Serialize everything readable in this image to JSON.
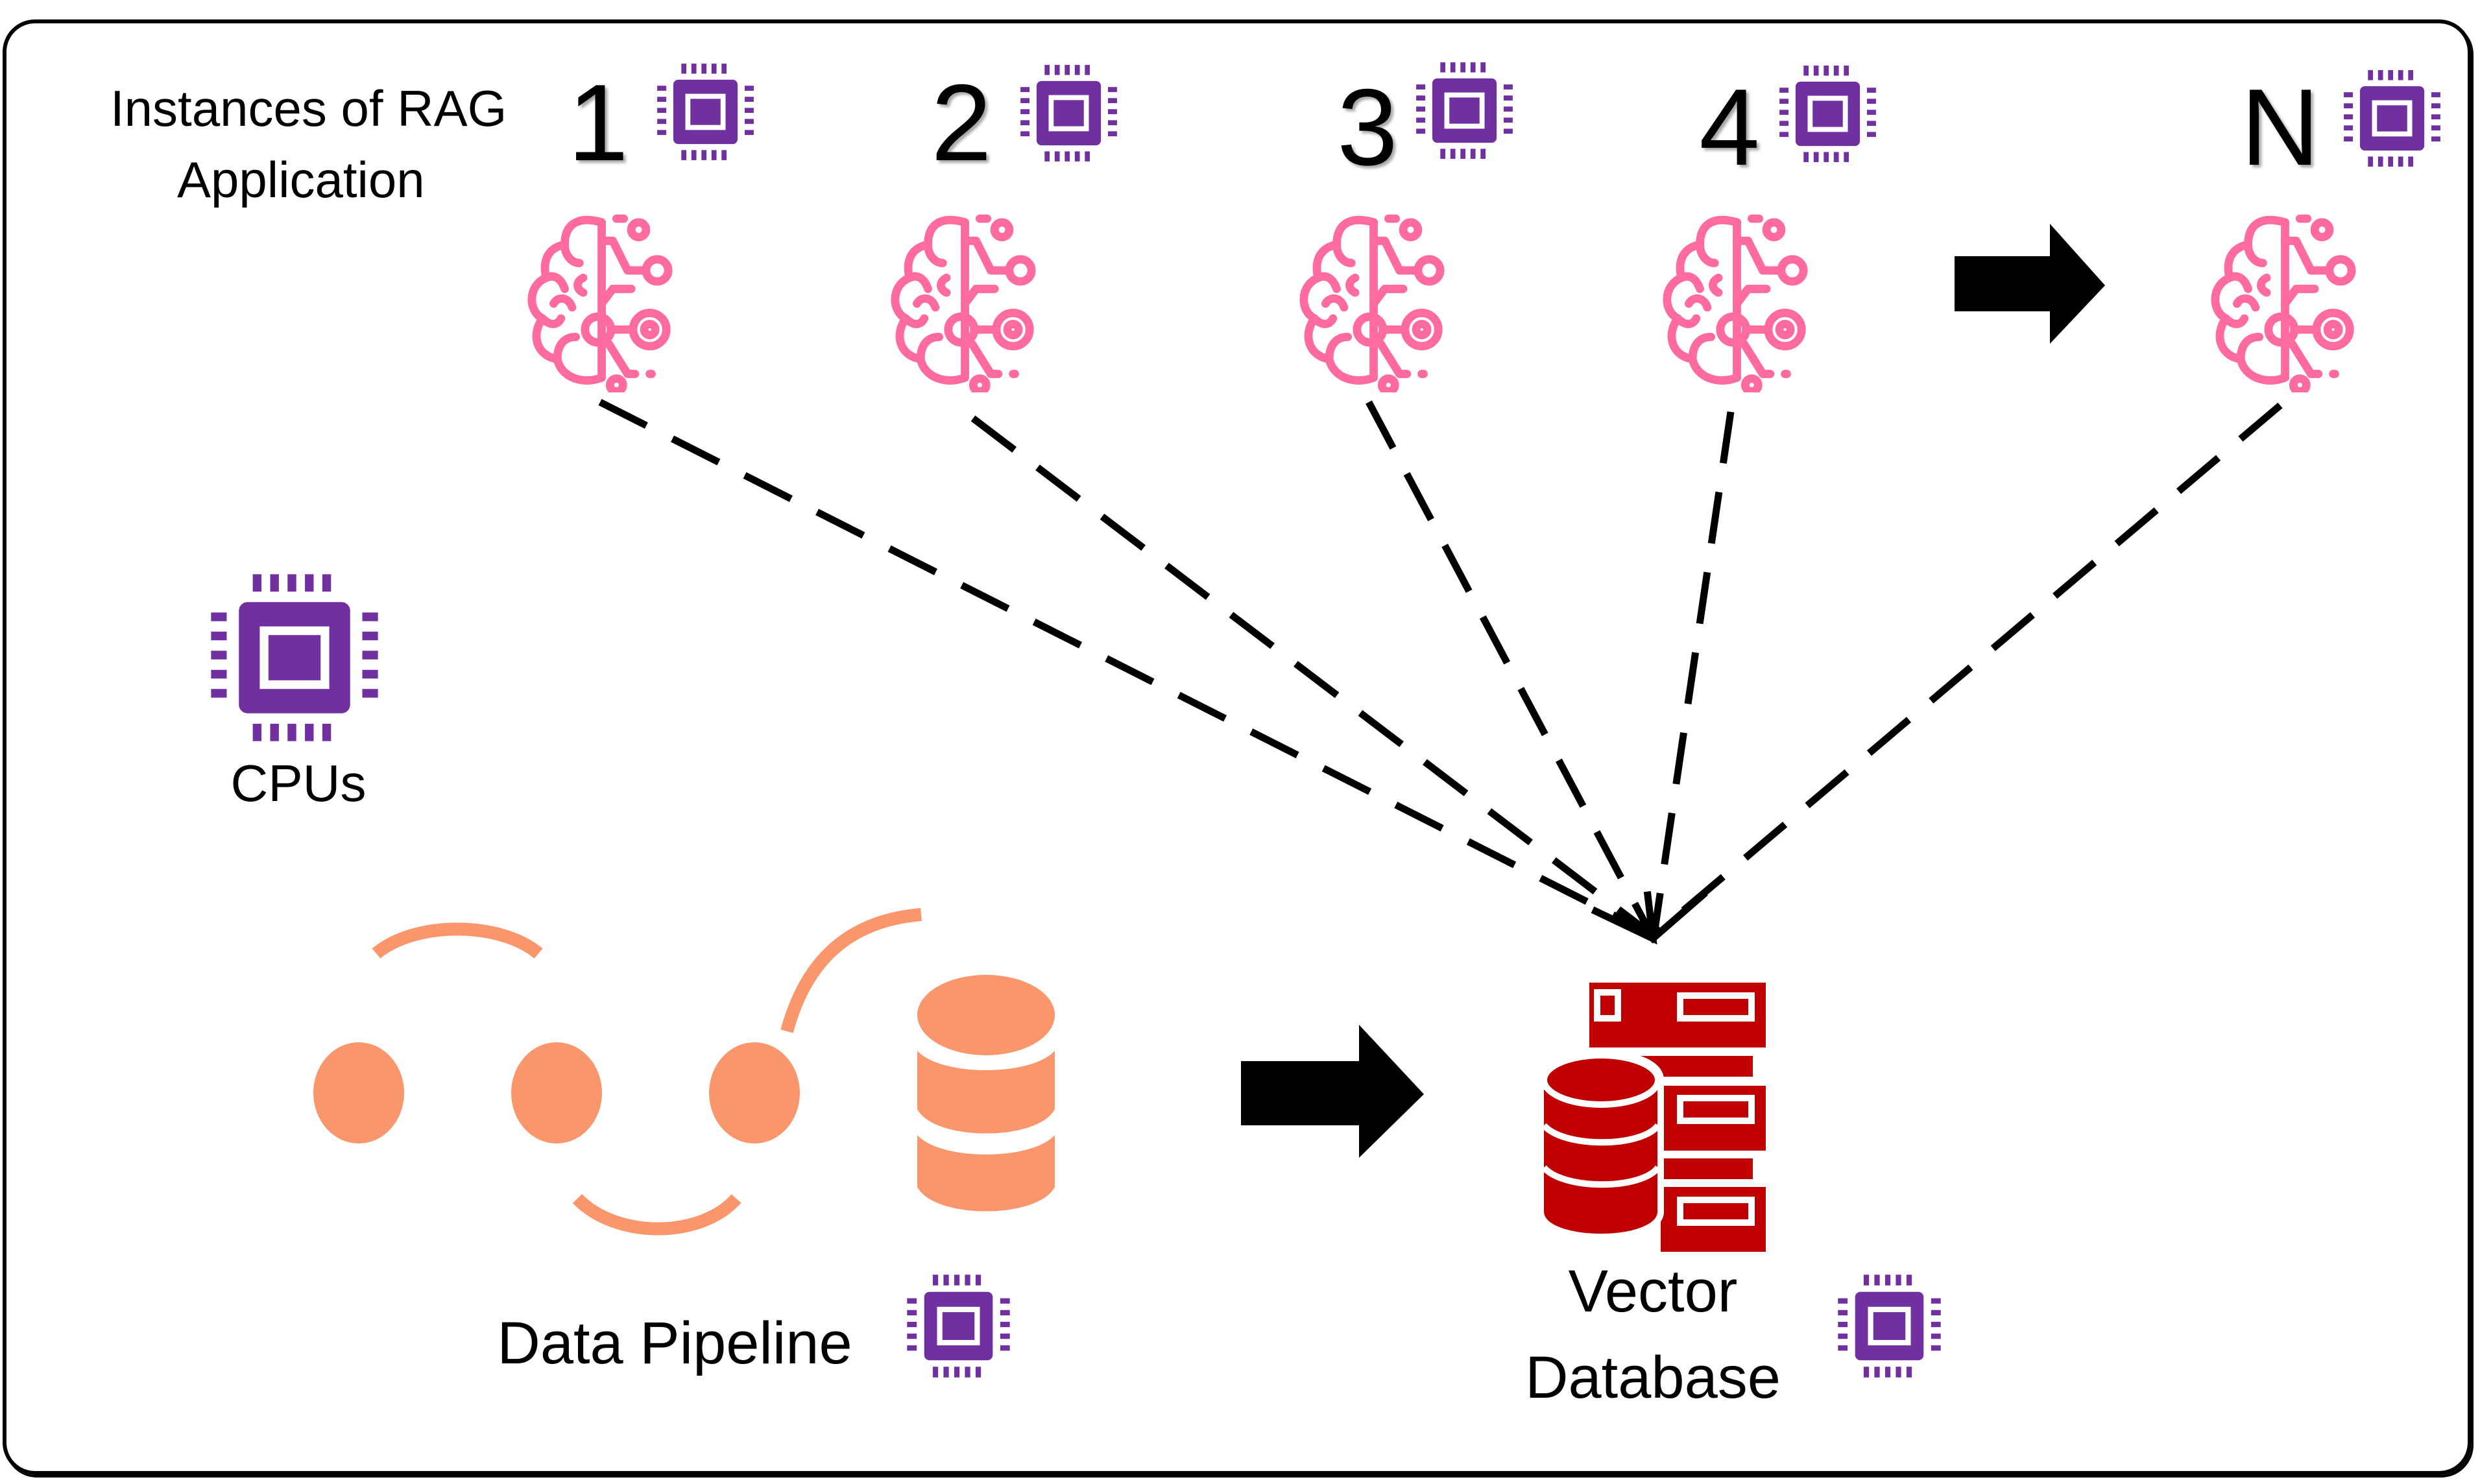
{
  "diagram": {
    "title_line1": "Instances of RAG",
    "title_line2": "Application",
    "instances": [
      {
        "label": "1",
        "icon": "brain-circuit-icon",
        "cpu_icon": "cpu-chip-icon"
      },
      {
        "label": "2",
        "icon": "brain-circuit-icon",
        "cpu_icon": "cpu-chip-icon"
      },
      {
        "label": "3",
        "icon": "brain-circuit-icon",
        "cpu_icon": "cpu-chip-icon"
      },
      {
        "label": "4",
        "icon": "brain-circuit-icon",
        "cpu_icon": "cpu-chip-icon"
      },
      {
        "label": "N",
        "icon": "brain-circuit-icon",
        "cpu_icon": "cpu-chip-icon"
      }
    ],
    "legend": {
      "label": "CPUs",
      "icon": "cpu-chip-icon"
    },
    "data_pipeline": {
      "label": "Data Pipeline",
      "icon": "data-pipeline-icon"
    },
    "vector_db": {
      "label_line1": "Vector",
      "label_line2": "Database",
      "icon": "vector-database-icon"
    },
    "connections": "Each RAG instance connects to Vector Database (dashed arrows)",
    "colors": {
      "cpu": "#7030A0",
      "brain": "#FF6B9E",
      "pipeline": "#F9966B",
      "database": "#C00000",
      "arrow": "#000000"
    }
  }
}
